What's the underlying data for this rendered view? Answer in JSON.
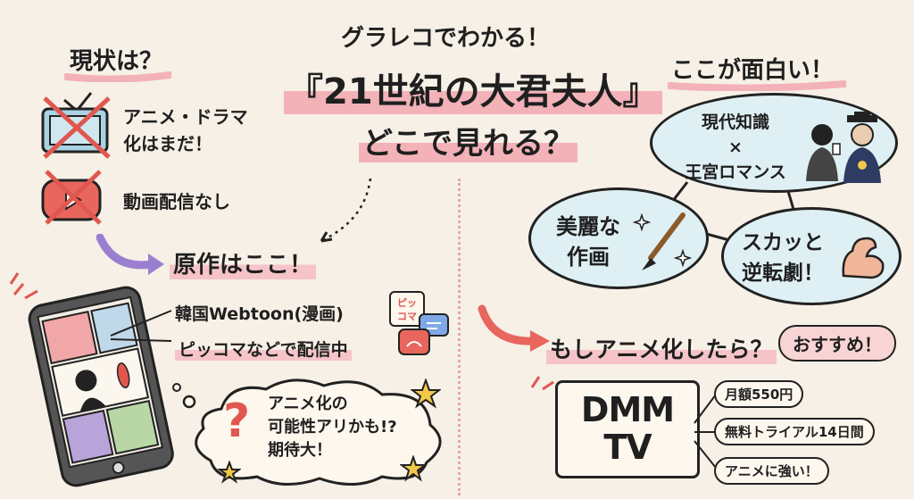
{
  "header": {
    "kicker": "グラレコでわかる！",
    "title": "『21世紀の大君夫人』",
    "question": "どこで見れる？"
  },
  "status": {
    "heading": "現状は？",
    "item1": "アニメ・ドラマ\n化はまだ！",
    "item2": "動画配信なし"
  },
  "original": {
    "heading": "原作はここ！",
    "line1": "韓国Webtoon(漫画)",
    "line2": "ピッコマなどで配信中",
    "piccoma_badge": "ピッ\nコマ"
  },
  "thought": {
    "text1": "アニメ化の",
    "text2": "可能性アリかも!?",
    "text3": "期待大！"
  },
  "interesting": {
    "heading": "ここが面白い！",
    "bubble1_line1": "現代知識",
    "bubble1_line2": "×",
    "bubble1_line3": "王宮ロマンス",
    "bubble2_line1": "美麗な",
    "bubble2_line2": "作画",
    "bubble3_line1": "スカッと",
    "bubble3_line2": "逆転劇！"
  },
  "anime": {
    "heading": "もしアニメ化したら？",
    "recommend": "おすすめ！",
    "service_line1": "DMM",
    "service_line2": "TV",
    "point1": "月額550円",
    "point2": "無料トライアル14日間",
    "point3": "アニメに強い！"
  },
  "colors": {
    "accent_pink": "#f3b2b8",
    "bubble_blue": "#dff0f4",
    "background": "#f6f0e6",
    "star_yellow": "#f2c84b"
  }
}
